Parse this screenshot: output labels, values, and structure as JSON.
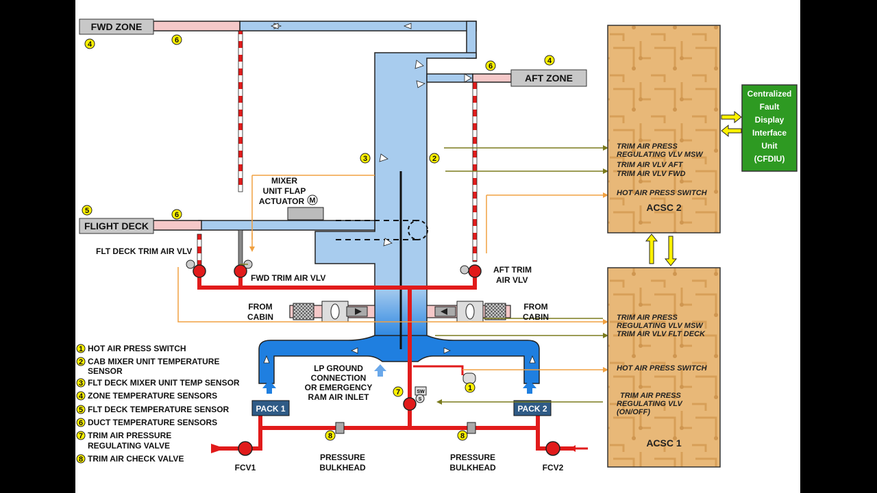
{
  "zones": {
    "fwd": "FWD ZONE",
    "aft": "AFT ZONE",
    "flight_deck": "FLIGHT DECK"
  },
  "labels": {
    "mixer_line1": "MIXER",
    "mixer_line2": "UNIT FLAP",
    "mixer_line3": "ACTUATOR",
    "motor": "M",
    "flt_deck_trim_vlv": "FLT DECK TRIM AIR VLV",
    "fwd_trim_vlv": "FWD TRIM AIR VLV",
    "aft_trim_line1": "AFT TRIM",
    "aft_trim_line2": "AIR VLV",
    "from": "FROM",
    "cabin": "CABIN",
    "lp_line1": "LP GROUND",
    "lp_line2": "CONNECTION",
    "lp_line3": "OR EMERGENCY",
    "lp_line4": "RAM AIR INLET",
    "pack1": "PACK 1",
    "pack2": "PACK 2",
    "fcv1": "FCV1",
    "fcv2": "FCV2",
    "pressure": "PRESSURE",
    "bulkhead": "BULKHEAD",
    "sw": "SW",
    "s": "S"
  },
  "acsc2": {
    "title": "ACSC 2",
    "lines": [
      "TRIM  AIR PRESS",
      "REGULATING VLV MSW",
      "TRIM AIR VLV AFT",
      "TRIM AIR VLV FWD",
      "HOT AIR PRESS SWITCH"
    ]
  },
  "acsc1": {
    "title": "ACSC 1",
    "lines": [
      "TRIM  AIR PRESS",
      "REGULATING VLV MSW",
      "TRIM AIR VLV FLT DECK",
      "HOT AIR PRESS SWITCH",
      "TRIM  AIR PRESS",
      "REGULATING VLV",
      "(ON/OFF)"
    ]
  },
  "cfdiu": {
    "lines": [
      "Centralized",
      "Fault",
      "Display",
      "Interface",
      "Unit",
      "(CFDIU)"
    ]
  },
  "legend": [
    {
      "num": "1",
      "lines": [
        "HOT AIR PRESS SWITCH"
      ]
    },
    {
      "num": "2",
      "lines": [
        "CAB MIXER UNIT TEMPERATURE",
        "SENSOR"
      ]
    },
    {
      "num": "3",
      "lines": [
        "FLT DECK MIXER UNIT TEMP SENSOR"
      ]
    },
    {
      "num": "4",
      "lines": [
        "ZONE TEMPERATURE SENSORS"
      ]
    },
    {
      "num": "5",
      "lines": [
        "FLT DECK TEMPERATURE SENSOR"
      ]
    },
    {
      "num": "6",
      "lines": [
        "DUCT TEMPERATURE SENSORS"
      ]
    },
    {
      "num": "7",
      "lines": [
        "TRIM AIR PRESSURE",
        "REGULATING VALVE"
      ]
    },
    {
      "num": "8",
      "lines": [
        "TRIM AIR CHECK VALVE"
      ]
    }
  ],
  "badge_nums": [
    "1",
    "2",
    "3",
    "4",
    "5",
    "6",
    "7",
    "8"
  ],
  "colors": {
    "duct_blue": "#a8ccee",
    "duct_blue_dark": "#1f7fe0",
    "hot_air_red": "#e11b1b",
    "signal_orange": "#f0a040",
    "signal_olive": "#7a7a1c",
    "acsc_bg": "#e8b878",
    "cfdiu_green": "#2e9a22",
    "badge_yellow": "#fff200"
  }
}
